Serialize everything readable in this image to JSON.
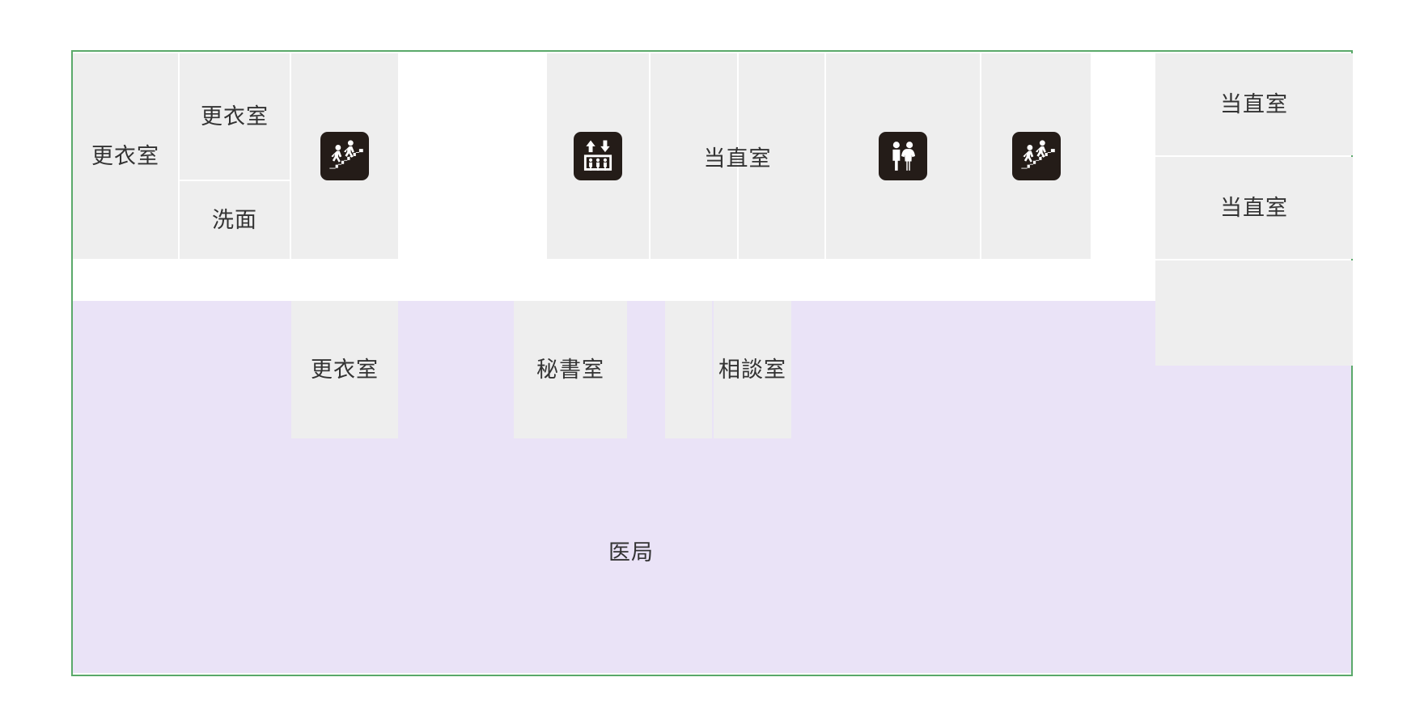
{
  "plan": {
    "outline_color": "#5aa96a",
    "room_fill": "#eeeeee",
    "hall_fill": "#eae3f7",
    "pictogram_color": "#241c18",
    "text_color": "#333333"
  },
  "upper_rooms": [
    {
      "label": "更衣室",
      "name": "room-locker-1"
    },
    {
      "label": "更衣室",
      "name": "room-locker-2"
    },
    {
      "label": "洗面",
      "name": "room-washroom"
    },
    {
      "label": "",
      "name": "room-stairwell-west"
    },
    {
      "label": "",
      "name": "room-elevator-lobby"
    },
    {
      "label": "当直室",
      "name": "room-oncall-center"
    },
    {
      "label": "",
      "name": "room-oncall-center-annex"
    },
    {
      "label": "",
      "name": "room-restroom"
    },
    {
      "label": "",
      "name": "room-stairwell-east"
    }
  ],
  "right_rooms": [
    {
      "label": "当直室",
      "name": "room-oncall-east-1"
    },
    {
      "label": "当直室",
      "name": "room-oncall-east-2"
    },
    {
      "label": "",
      "name": "room-east-unlabeled"
    }
  ],
  "lower_rooms": [
    {
      "label": "更衣室",
      "name": "room-locker-lower"
    },
    {
      "label": "秘書室",
      "name": "room-secretary"
    },
    {
      "label": "",
      "name": "room-lower-unlabeled"
    },
    {
      "label": "相談室",
      "name": "room-consultation"
    }
  ],
  "hall": {
    "label": "医局",
    "name": "hall-doctors-office"
  },
  "icons": [
    {
      "name": "stairs-icon",
      "glyph": "stairs"
    },
    {
      "name": "elevator-icon",
      "glyph": "elevator"
    },
    {
      "name": "restroom-icon",
      "glyph": "restroom"
    },
    {
      "name": "stairs-icon",
      "glyph": "stairs"
    }
  ]
}
